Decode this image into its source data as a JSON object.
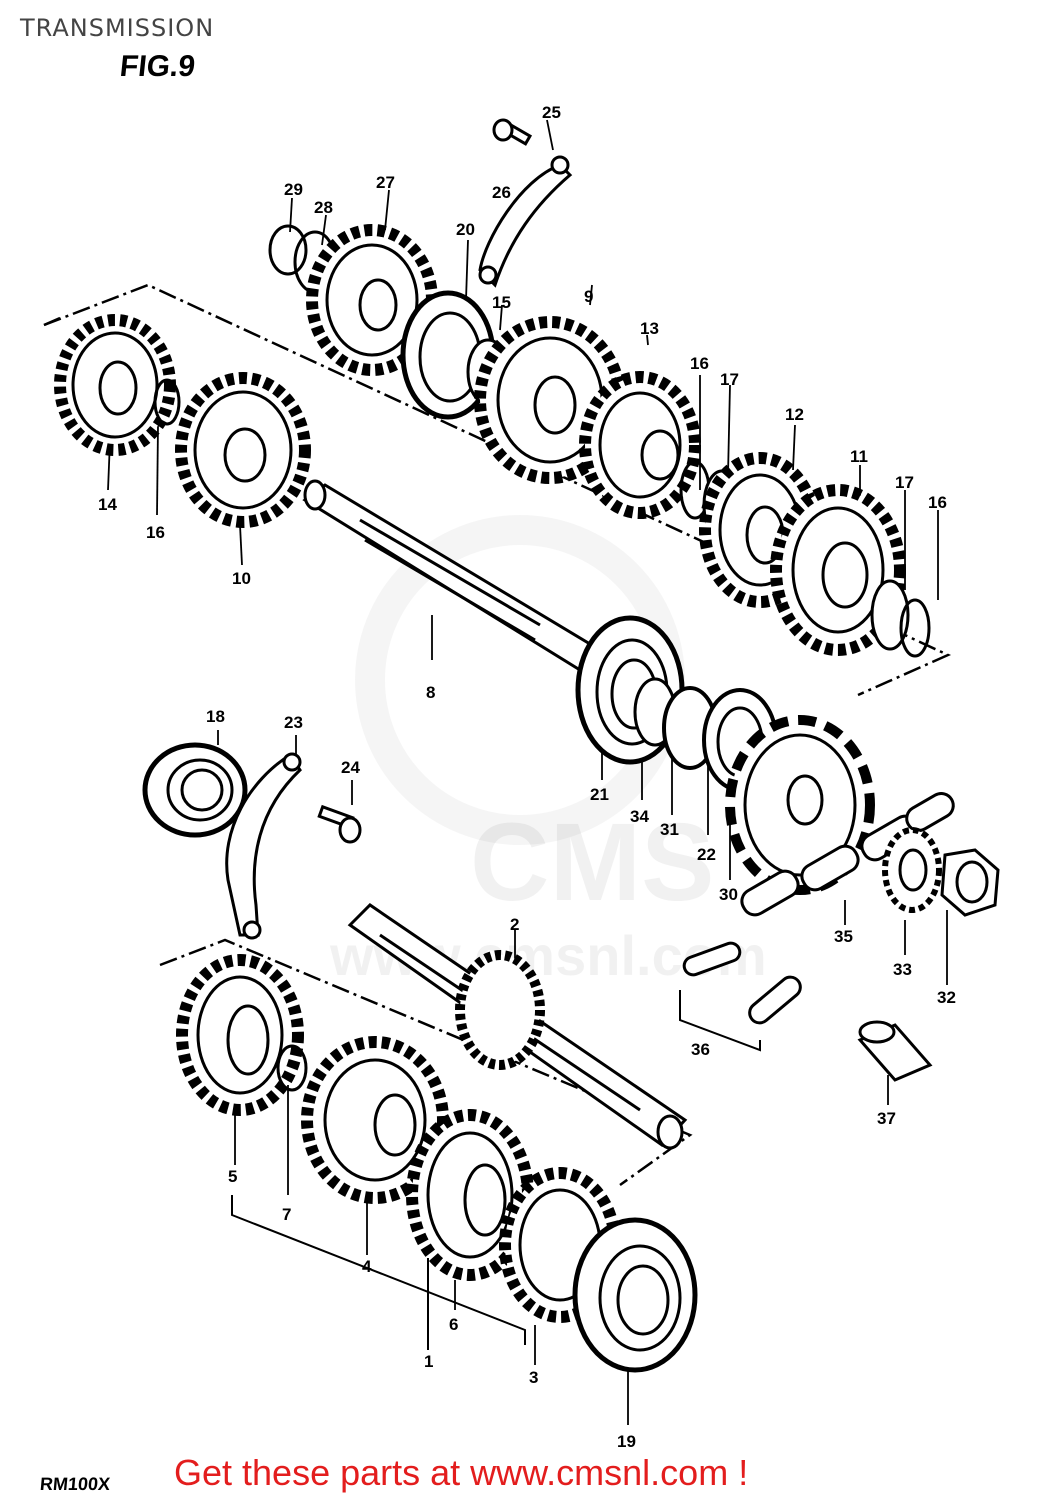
{
  "header": {
    "title": "TRANSMISSION",
    "figure_label": "FIG.9"
  },
  "diagram": {
    "watermark": {
      "logo_text": "CMS",
      "url_text": "www.cmsnl.com"
    },
    "part_numbers": [
      "1",
      "2",
      "3",
      "4",
      "5",
      "6",
      "7",
      "8",
      "9",
      "10",
      "11",
      "12",
      "13",
      "14",
      "15",
      "16",
      "16",
      "16",
      "17",
      "17",
      "18",
      "19",
      "20",
      "21",
      "22",
      "23",
      "24",
      "25",
      "26",
      "27",
      "28",
      "29",
      "30",
      "31",
      "32",
      "33",
      "34",
      "35",
      "36",
      "37"
    ]
  },
  "footer": {
    "model_code": "RM100X",
    "cta": "Get these parts at www.cmsnl.com !"
  },
  "colors": {
    "cta": "#e31d1d",
    "title": "#444444",
    "ink": "#000000"
  }
}
